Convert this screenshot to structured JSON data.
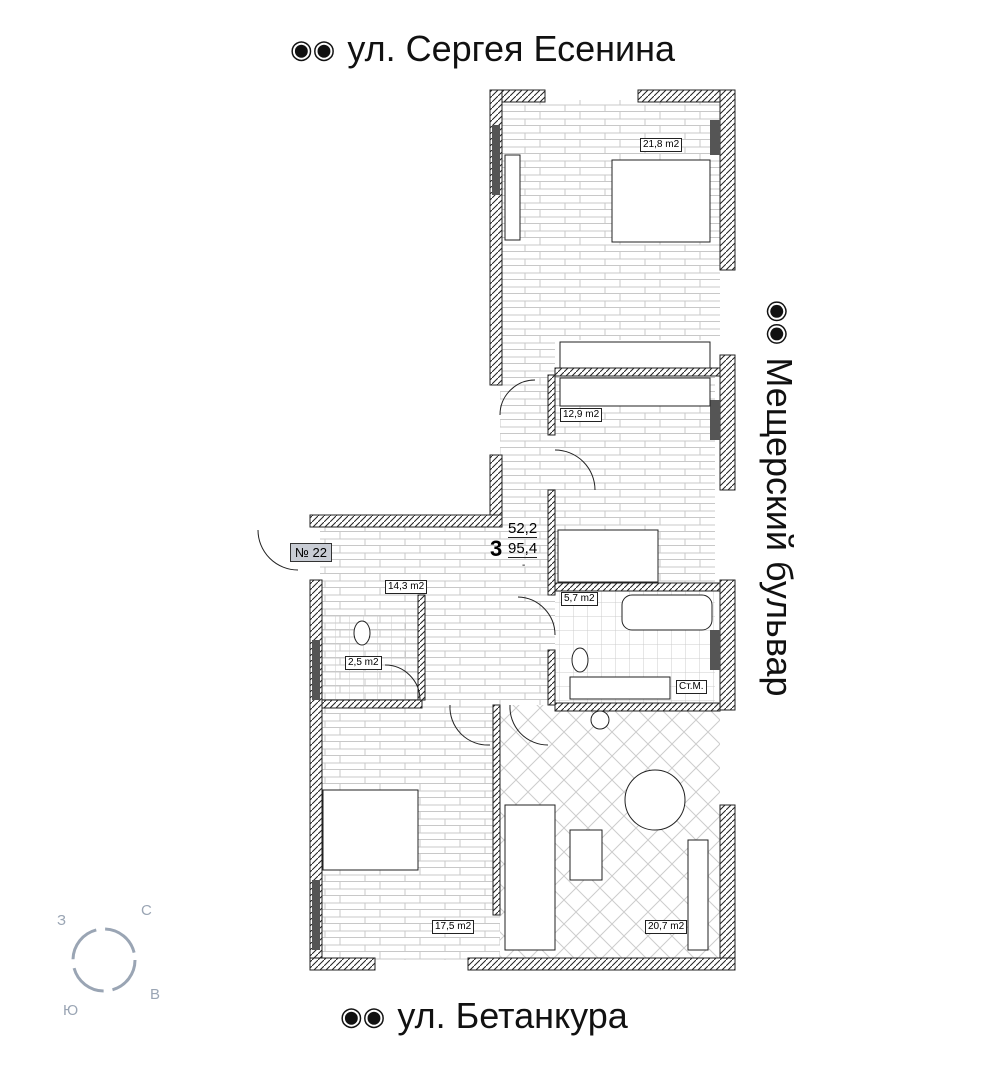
{
  "streets": {
    "top": "ул. Сергея Есенина",
    "right": "Мещерский бульвар",
    "bottom": "ул. Бетанкура"
  },
  "apartment": {
    "number": "№ 22",
    "rooms_count": "3",
    "living_area": "52,2",
    "total_area": "95,4",
    "marker": "-"
  },
  "rooms": [
    {
      "name": "bedroom-north",
      "area": "21,8 m2"
    },
    {
      "name": "bedroom-east",
      "area": "12,9 m2"
    },
    {
      "name": "hallway",
      "area": "14,3 m2"
    },
    {
      "name": "bathroom",
      "area": "5,7 m2"
    },
    {
      "name": "toilet",
      "area": "2,5 m2"
    },
    {
      "name": "bedroom-south",
      "area": "17,5 m2"
    },
    {
      "name": "living-room",
      "area": "20,7 m2"
    }
  ],
  "washer_label": "Ст.М.",
  "compass": {
    "n": "С",
    "e": "В",
    "s": "Ю",
    "w": "З"
  },
  "colors": {
    "wall": "#2b2b2b",
    "accent": "#9aa5b4",
    "label_bg": "#c8ccd4"
  }
}
